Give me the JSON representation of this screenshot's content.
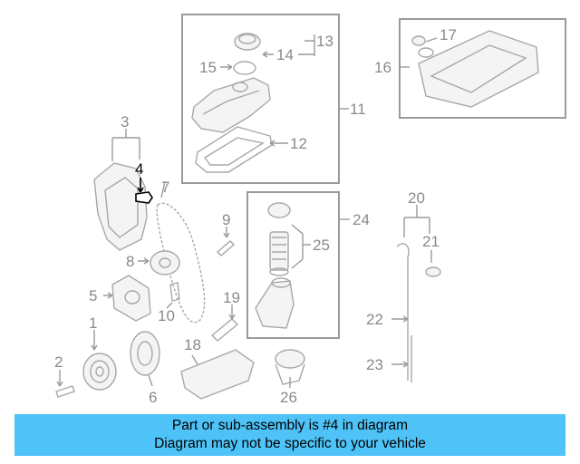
{
  "callouts": {
    "c1": "1",
    "c2": "2",
    "c3": "3",
    "c4": "4",
    "c5": "5",
    "c6": "6",
    "c7": "7",
    "c8": "8",
    "c9": "9",
    "c10": "10",
    "c11": "11",
    "c12": "12",
    "c13": "13",
    "c14": "14",
    "c15": "15",
    "c16": "16",
    "c17": "17",
    "c18": "18",
    "c19": "19",
    "c20": "20",
    "c21": "21",
    "c22": "22",
    "c23": "23",
    "c24": "24",
    "c25": "25",
    "c26": "26"
  },
  "highlighted_part": "4",
  "colors": {
    "highlight": "#000000",
    "banner": "#4fc3f7",
    "linework": "#a8a8a8"
  },
  "banner": {
    "line1": "Part or sub-assembly is #4 in diagram",
    "line2": "Diagram may not be specific to your vehicle"
  }
}
